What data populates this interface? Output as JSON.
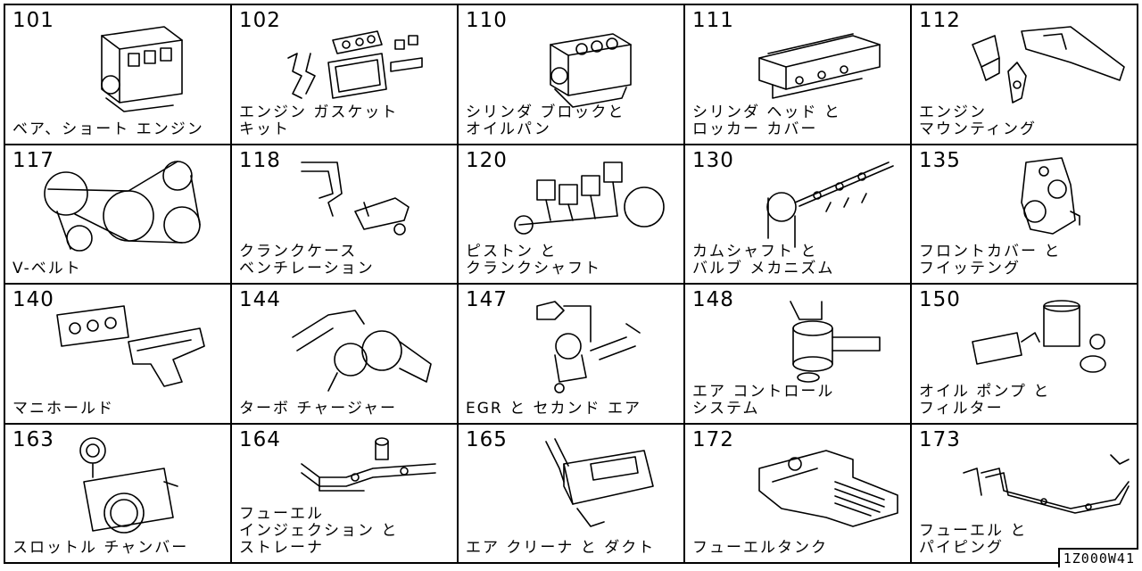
{
  "doc_code": "1Z000W41",
  "cells": [
    {
      "num": "101",
      "label": "ベア、ショート エンジン",
      "icon": "bare-engine-icon"
    },
    {
      "num": "102",
      "label": "エンジン ガスケット\nキット",
      "icon": "gasket-kit-icon"
    },
    {
      "num": "110",
      "label": "シリンダ ブロックと\nオイルパン",
      "icon": "cylinder-block-icon"
    },
    {
      "num": "111",
      "label": "シリンダ ヘッド と\nロッカー カバー",
      "icon": "cylinder-head-icon"
    },
    {
      "num": "112",
      "label": "エンジン\nマウンティング",
      "icon": "engine-mount-icon"
    },
    {
      "num": "117",
      "label": "V-ベルト",
      "icon": "v-belt-icon"
    },
    {
      "num": "118",
      "label": "クランクケース\nベンチレーション",
      "icon": "crankcase-vent-icon"
    },
    {
      "num": "120",
      "label": "ピストン と\nクランクシャフト",
      "icon": "piston-crankshaft-icon"
    },
    {
      "num": "130",
      "label": "カムシャフト と\nバルブ メカニズム",
      "icon": "camshaft-valve-icon"
    },
    {
      "num": "135",
      "label": "フロントカバー と\nフイッテング",
      "icon": "front-cover-icon"
    },
    {
      "num": "140",
      "label": "マニホールド",
      "icon": "manifold-icon"
    },
    {
      "num": "144",
      "label": "ターボ チャージャー",
      "icon": "turbocharger-icon"
    },
    {
      "num": "147",
      "label": "EGR と セカンド エア",
      "icon": "egr-valve-icon"
    },
    {
      "num": "148",
      "label": "エア コントロール\nシステム",
      "icon": "air-control-icon"
    },
    {
      "num": "150",
      "label": "オイル ポンプ と\nフィルター",
      "icon": "oil-pump-filter-icon"
    },
    {
      "num": "163",
      "label": "スロットル チャンバー",
      "icon": "throttle-chamber-icon"
    },
    {
      "num": "164",
      "label": "フューエル\nインジェクション と\nストレーナ",
      "icon": "fuel-injection-icon"
    },
    {
      "num": "165",
      "label": "エア クリーナ と ダクト",
      "icon": "air-cleaner-icon"
    },
    {
      "num": "172",
      "label": "フューエルタンク",
      "icon": "fuel-tank-icon"
    },
    {
      "num": "173",
      "label": "フューエル と\nパイピング",
      "icon": "fuel-piping-icon"
    }
  ]
}
